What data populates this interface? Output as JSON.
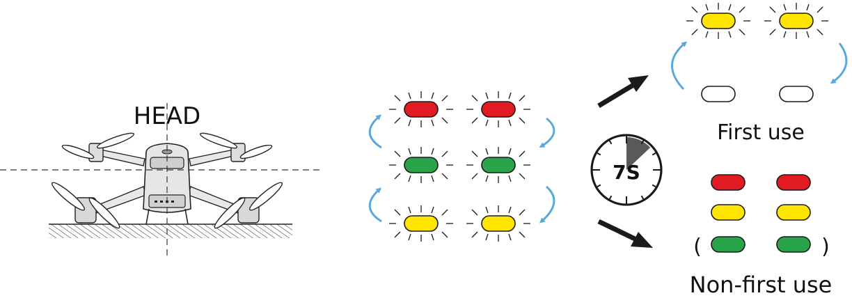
{
  "labels": {
    "head": "HEAD",
    "timer": "7S",
    "first_use": "First use",
    "non_first_use": "Non-first use",
    "paren_open": "(",
    "paren_close": ")"
  },
  "colors": {
    "red": "#e11b22",
    "green": "#2aa44a",
    "yellow": "#ffe500",
    "white": "#ffffff",
    "arrow_blue": "#5aa7dc",
    "outline": "#1a1a1a",
    "timer_sector": "#595959"
  },
  "icons": {
    "drone": "drone-front-view-icon",
    "timer": "stopwatch-icon",
    "cycle_arrow": "curved-blue-arrow-icon",
    "pointer_arrow": "black-arrow-icon"
  },
  "sequence": {
    "rows": [
      {
        "color": "red",
        "flashing": true
      },
      {
        "color": "green",
        "flashing": true
      },
      {
        "color": "yellow",
        "flashing": true
      }
    ]
  },
  "first_use": {
    "rows": [
      {
        "color": "yellow",
        "flashing": true
      },
      {
        "color": "white",
        "flashing": false
      }
    ]
  },
  "non_first_use": {
    "rows": [
      {
        "color": "red",
        "flashing": false
      },
      {
        "color": "yellow",
        "flashing": false
      },
      {
        "color": "green",
        "flashing": false,
        "optional": true
      }
    ]
  },
  "timer": {
    "elapsed_fraction": 0.1
  }
}
